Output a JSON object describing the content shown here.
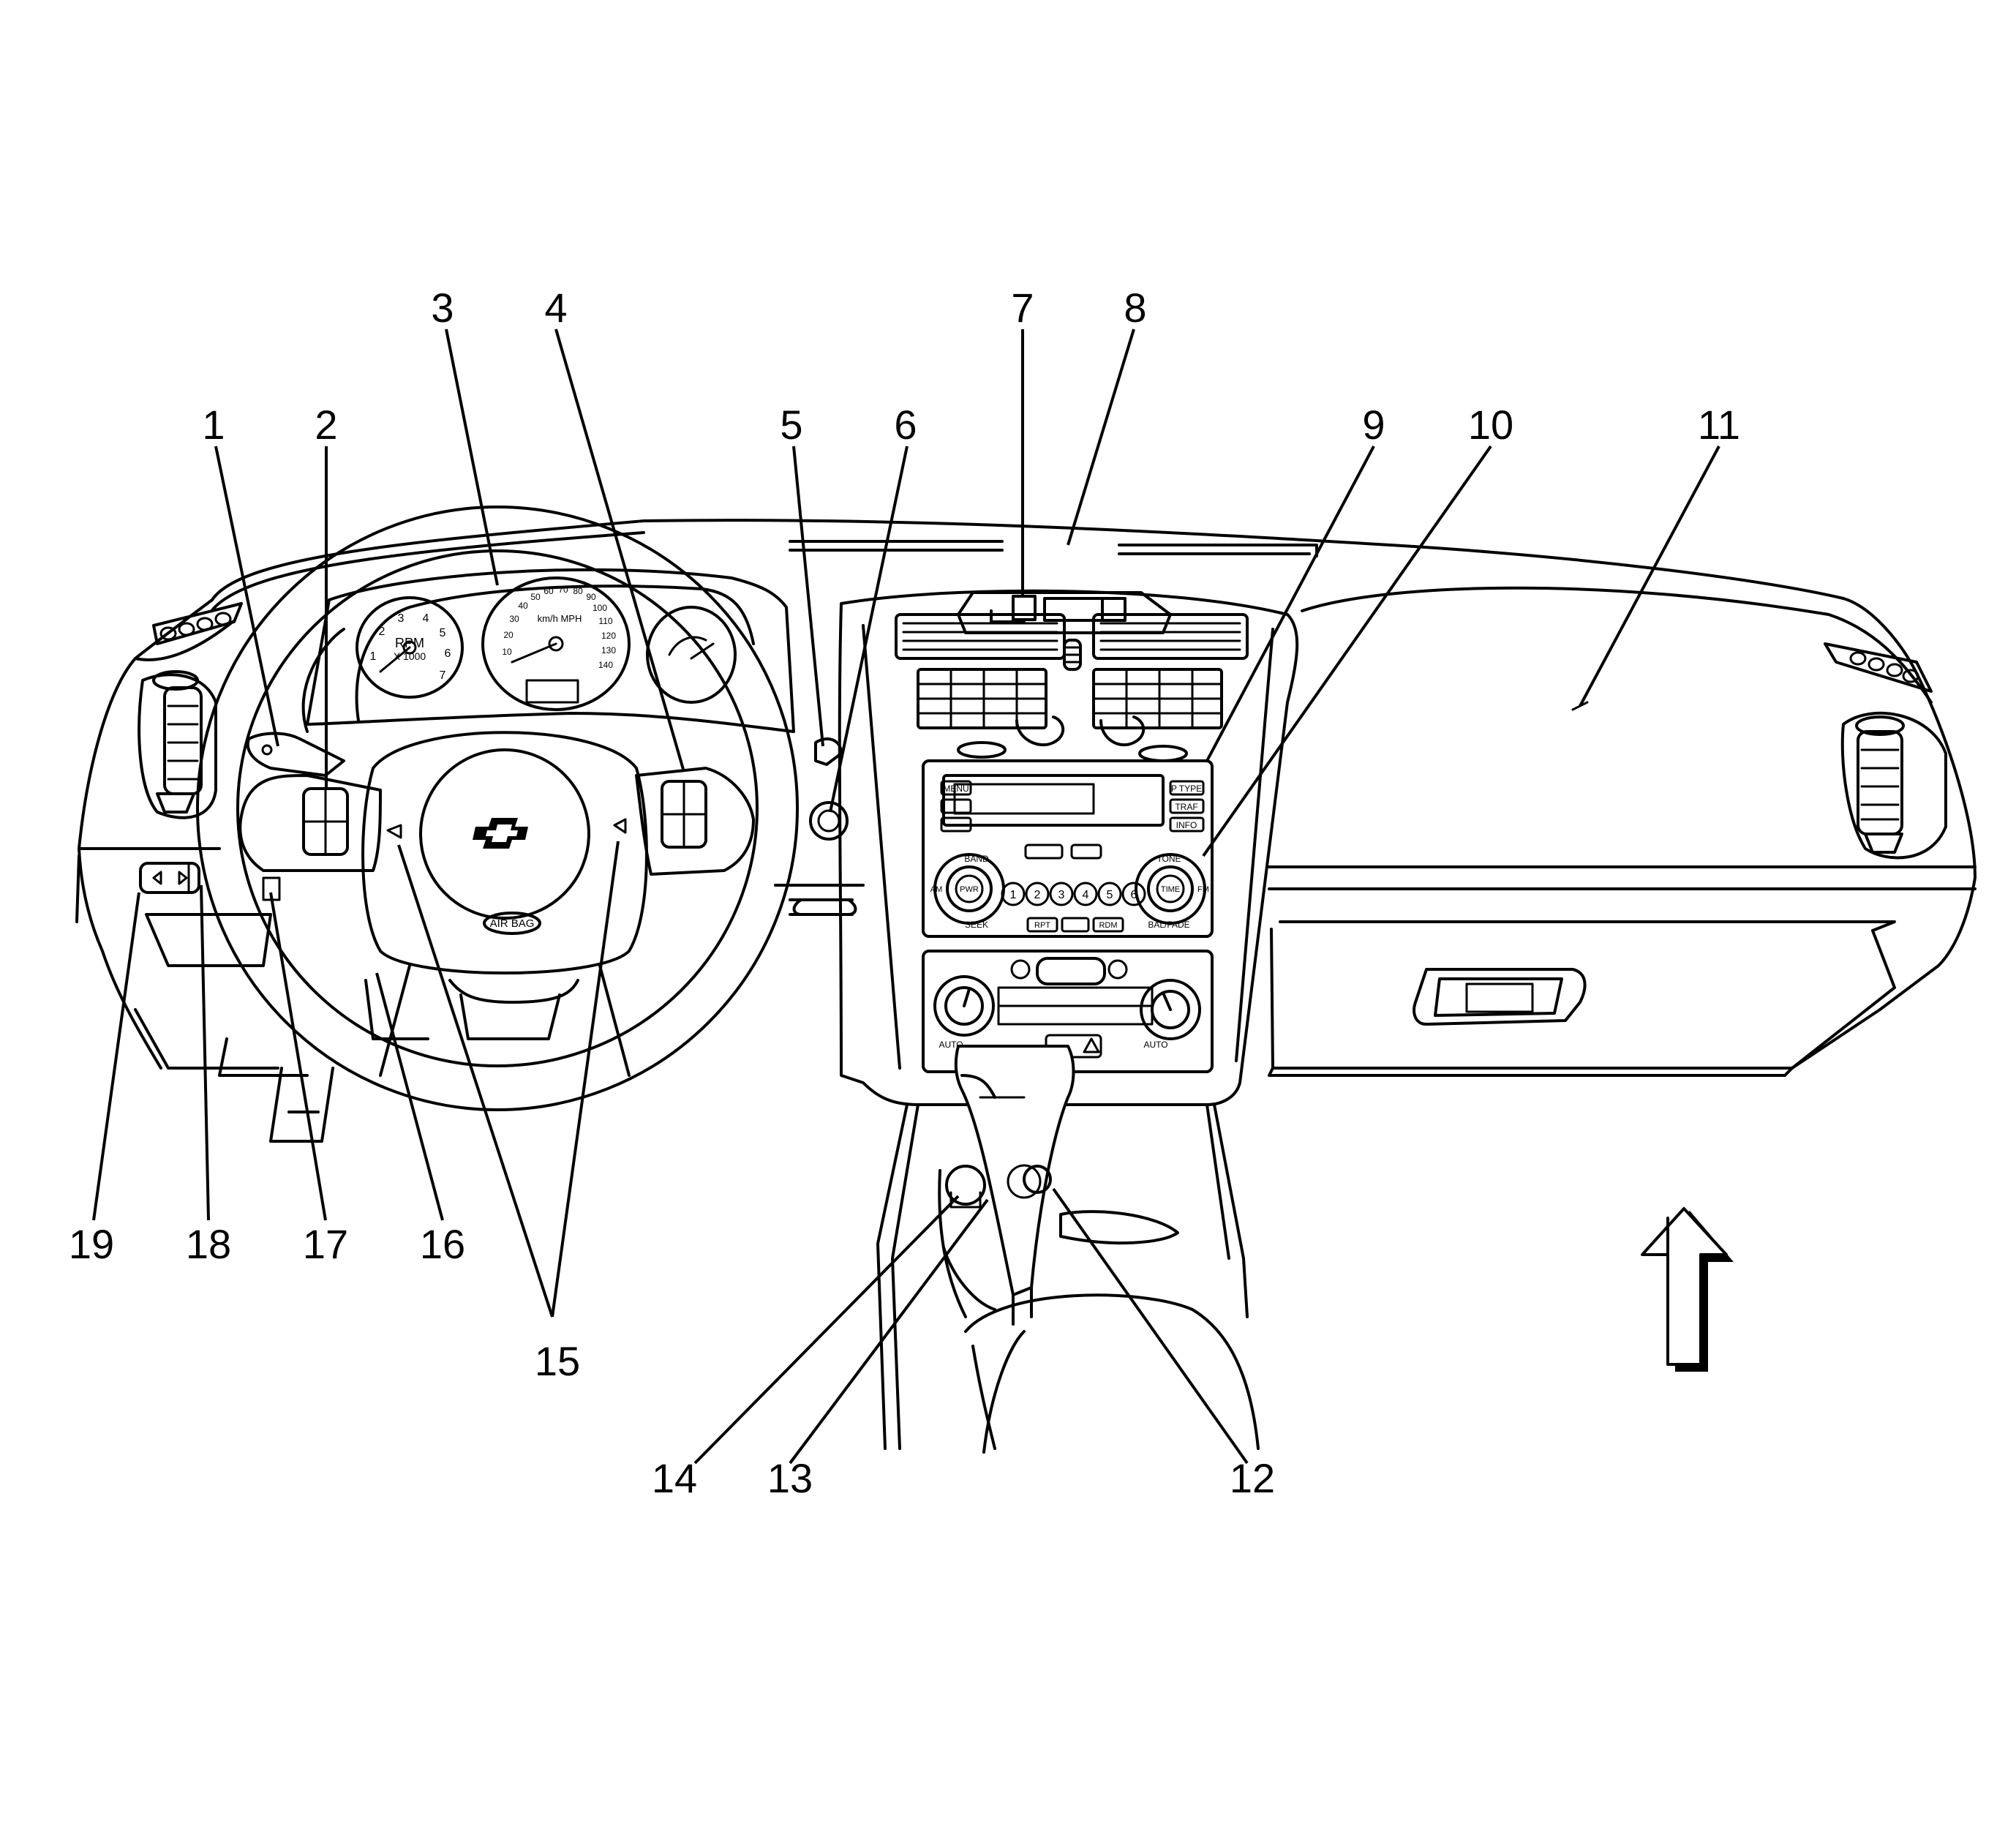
{
  "callouts": [
    "1",
    "2",
    "3",
    "4",
    "5",
    "6",
    "7",
    "8",
    "9",
    "10",
    "11",
    "12",
    "13",
    "14",
    "15",
    "16",
    "17",
    "18",
    "19"
  ],
  "dashboard_labels": {
    "airbag": "AIR BAG",
    "rpm": "RPM",
    "rpm_scale": "X 1000",
    "speed_units": "km/h  MPH",
    "auto": "AUTO",
    "tach_numbers": [
      "1",
      "2",
      "3",
      "4",
      "5",
      "6",
      "7"
    ],
    "speed_numbers": [
      "10",
      "20",
      "30",
      "40",
      "50",
      "60",
      "70",
      "80",
      "90",
      "100",
      "110",
      "120",
      "130",
      "140"
    ],
    "preset_numbers": [
      "1",
      "2",
      "3",
      "4",
      "5",
      "6"
    ],
    "radio_buttons": [
      "BAND",
      "SEEK",
      "TONE",
      "BAL/FADE",
      "P TYPE",
      "TRAF",
      "INFO",
      "MENU",
      "AM",
      "FM",
      "PWR",
      "TIME",
      "RDM",
      "RPT"
    ]
  },
  "icons": {
    "direction_arrow": "up-arrow-icon",
    "emblem": "bowtie-emblem-icon"
  }
}
